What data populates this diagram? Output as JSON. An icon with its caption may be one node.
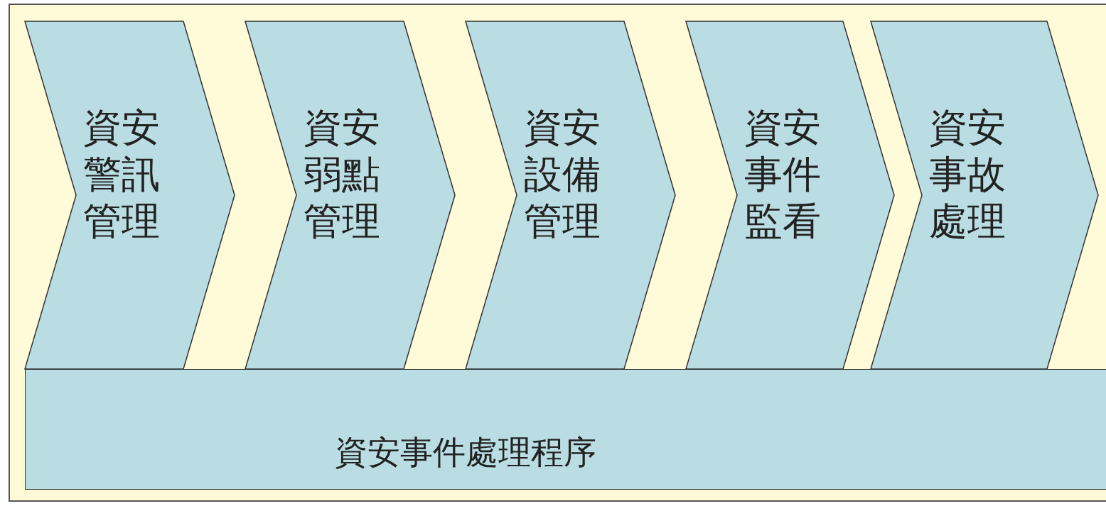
{
  "diagram": {
    "nodes": [
      {
        "text": [
          "資安警訊管理"
        ]
      },
      {
        "text": [
          "資安弱點管理"
        ]
      },
      {
        "text": [
          "資安設備管理"
        ]
      },
      {
        "text": [
          "資安事件監看"
        ]
      },
      {
        "text": [
          "資安事故處理"
        ]
      },
      {
        "text": [
          "資安事件處理程序"
        ]
      }
    ]
  }
}
